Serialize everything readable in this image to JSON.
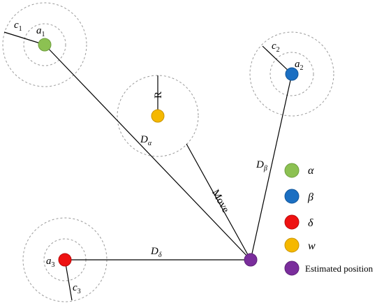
{
  "colors": {
    "alpha": "#8cc152",
    "beta": "#1b6fc2",
    "delta": "#ee1111",
    "w": "#f5b800",
    "estimated": "#7a2d9c",
    "ring": "#9a9a9a",
    "edge": "#000000"
  },
  "labels": {
    "a1_main": "a",
    "a1_sub": "1",
    "a2_main": "a",
    "a2_sub": "2",
    "a3_main": "a",
    "a3_sub": "3",
    "c1_main": "c",
    "c1_sub": "1",
    "c2_main": "c",
    "c2_sub": "2",
    "c3_main": "c",
    "c3_sub": "3",
    "R": "R",
    "d_alpha_main": "D",
    "d_alpha_sub": "α",
    "d_beta_main": "D",
    "d_beta_sub": "β",
    "d_delta_main": "D",
    "d_delta_sub": "δ",
    "move": "Move"
  },
  "legend": [
    {
      "key": "alpha",
      "symbol": "α"
    },
    {
      "key": "beta",
      "symbol": "β"
    },
    {
      "key": "delta",
      "symbol": "δ"
    },
    {
      "key": "w",
      "symbol": "w"
    },
    {
      "key": "estimated",
      "label": "Estimated position"
    }
  ]
}
